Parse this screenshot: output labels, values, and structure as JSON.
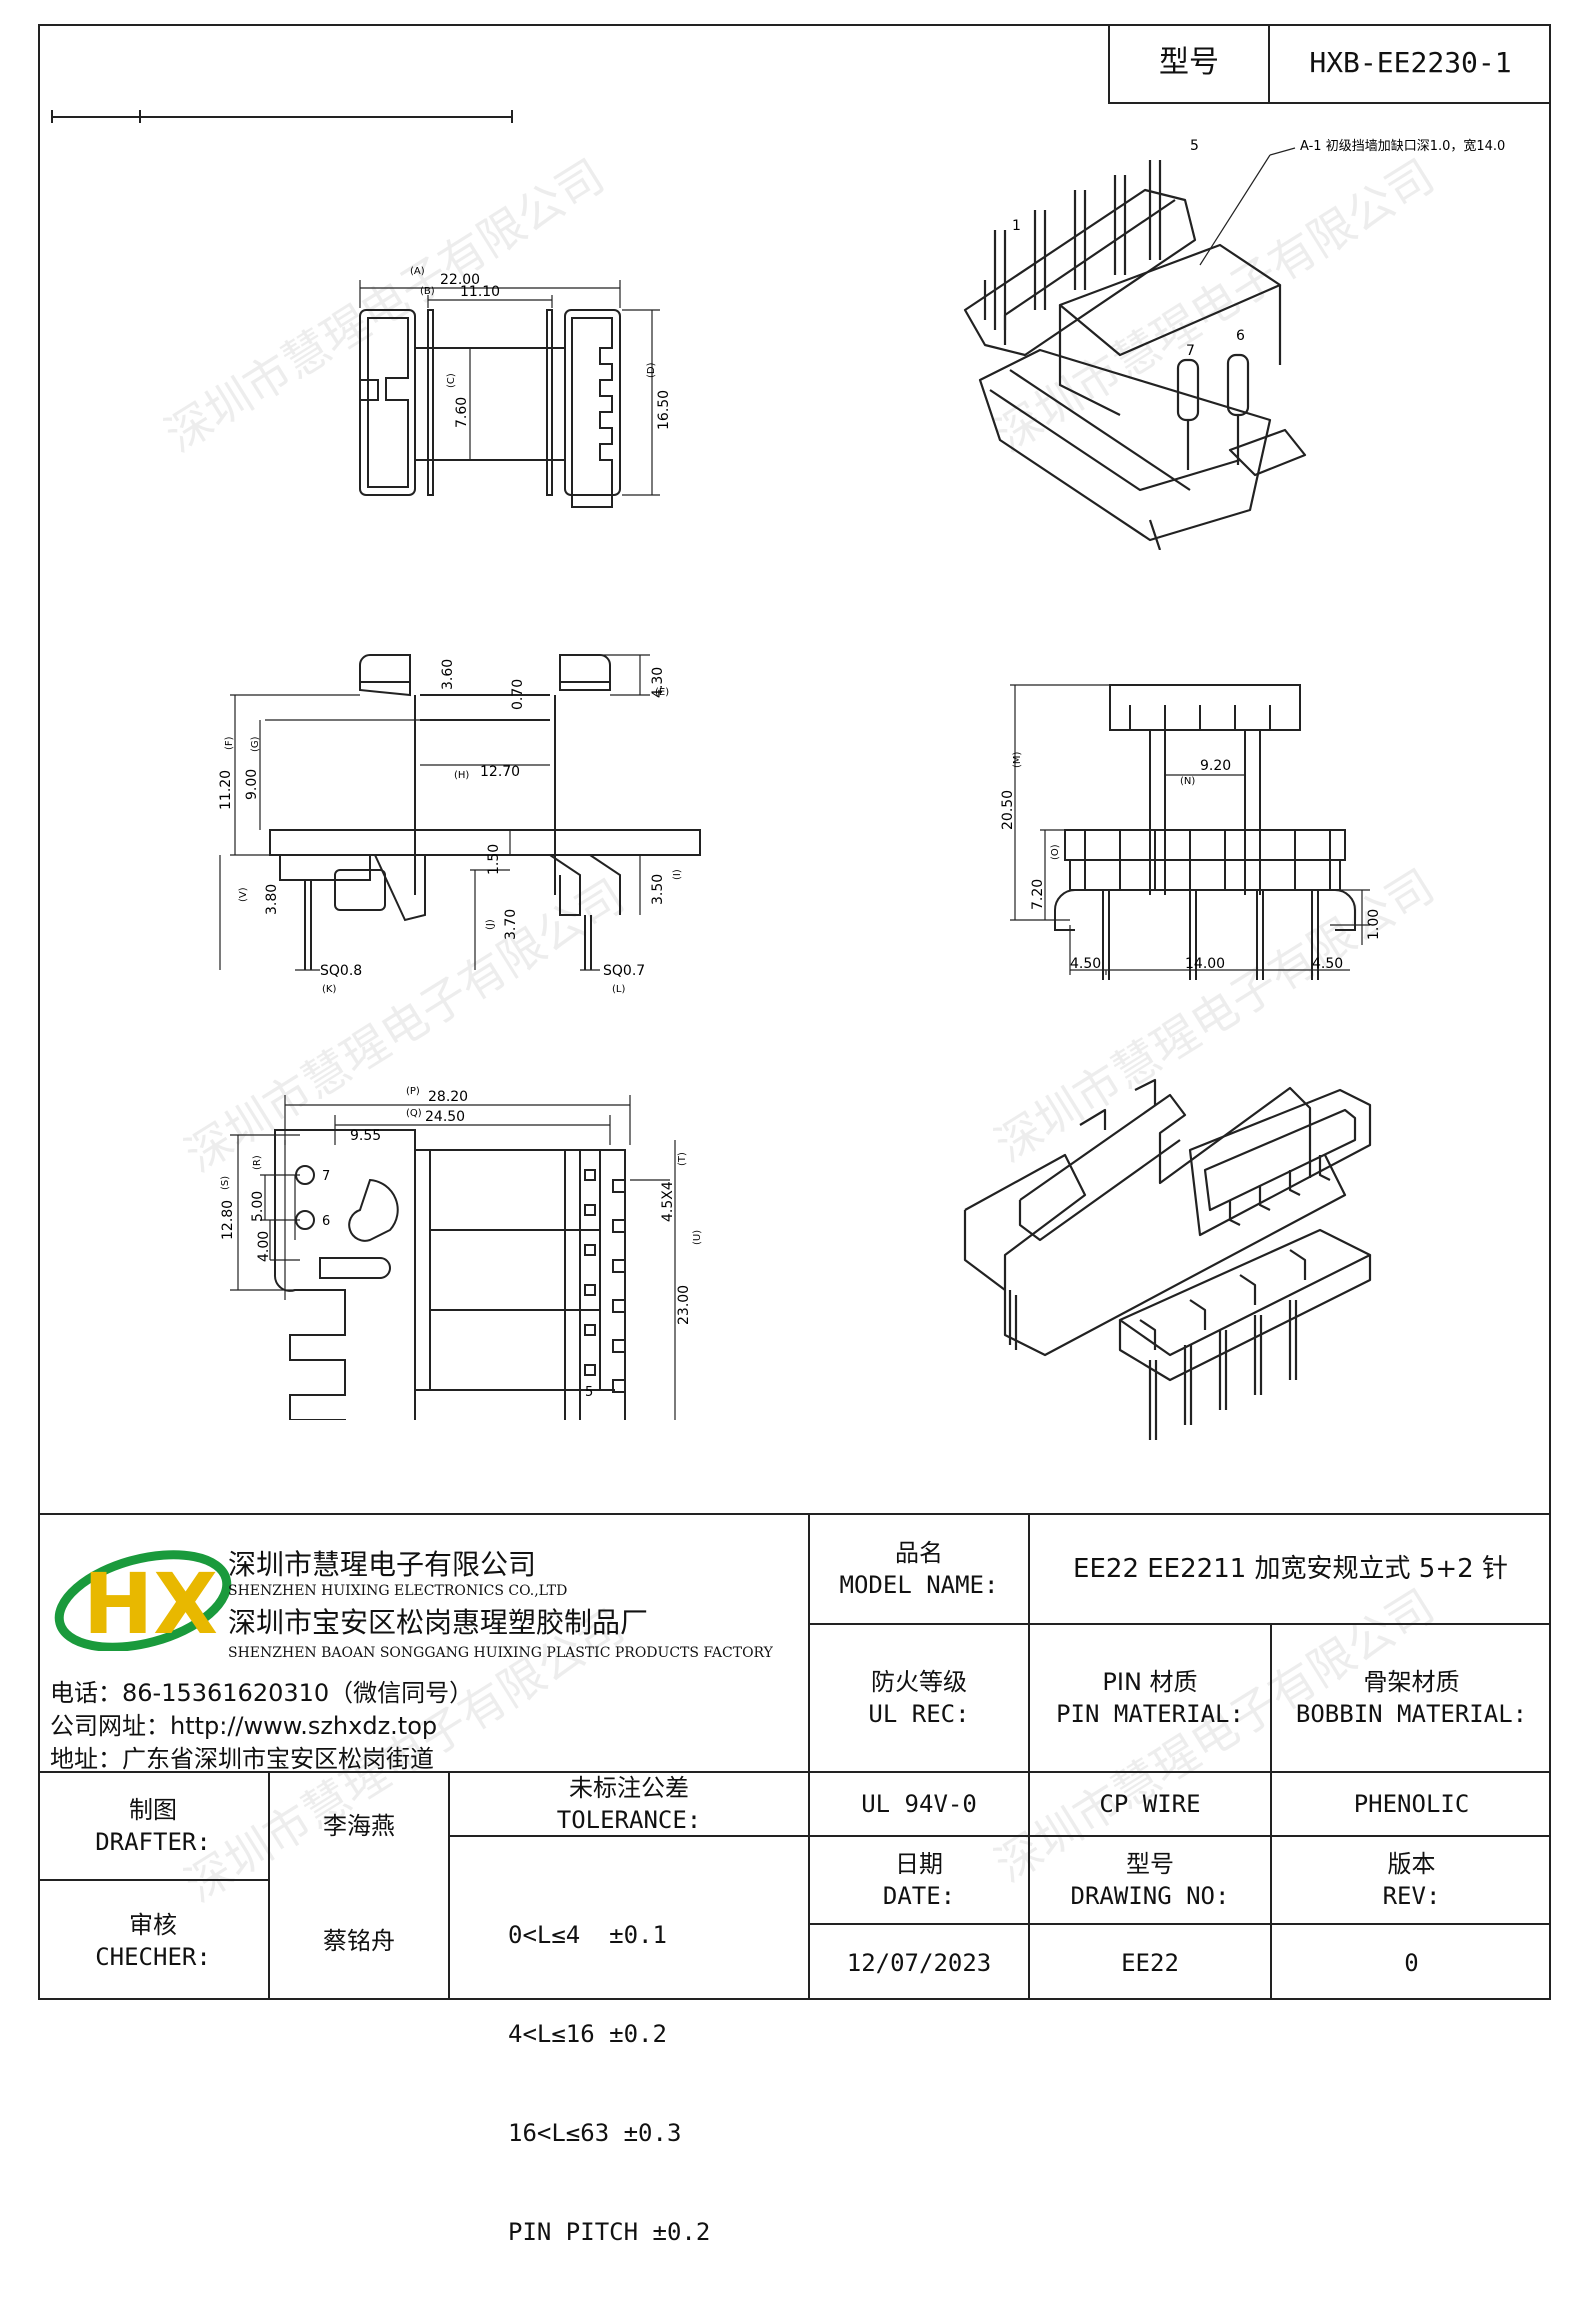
{
  "header": {
    "model_label": "型号",
    "model_value": "HXB-EE2230-1"
  },
  "drawing": {
    "top_view": {
      "dims": {
        "a": "22.00",
        "b": "11.10",
        "c": "7.60",
        "d": "16.50"
      },
      "refs": {
        "a": "(A)",
        "b": "(B)",
        "c": "(C)",
        "d": "(D)"
      }
    },
    "front_view": {
      "dims": {
        "h1": "3.60",
        "h2": "0.70",
        "h3": "4.30",
        "w1": "12.70",
        "v1": "11.20",
        "v2": "9.00",
        "v3": "3.80",
        "v4": "1.50",
        "v5": "3.70",
        "v6": "3.50",
        "sq1": "SQ0.8",
        "sq2": "SQ0.7"
      },
      "refs": {
        "e": "(E)",
        "f": "(F)",
        "g": "(G)",
        "h": "(H)",
        "i": "(I)",
        "j": "(J)",
        "k": "(K)",
        "l": "(L)",
        "v": "(V)"
      }
    },
    "side_view": {
      "dims": {
        "h": "20.50",
        "w": "9.20",
        "h2": "7.20",
        "l": "4.50",
        "m": "14.00",
        "r": "4.50",
        "t": "1.00"
      },
      "refs": {
        "h": "(M)",
        "w": "(N)",
        "h2": "(O)"
      }
    },
    "bottom_view": {
      "dims": {
        "w1": "28.20",
        "w2": "24.50",
        "w3": "9.55",
        "v1": "12.80",
        "v2": "5.00",
        "v3": "4.00",
        "pitch": "4.5X4",
        "h": "23.00"
      },
      "refs": {
        "p": "(P)",
        "q": "(Q)",
        "r": "(R)",
        "s": "(S)",
        "t": "(T)",
        "u": "(U)"
      },
      "pins": {
        "p7": "7",
        "p6": "6",
        "p5": "5"
      }
    },
    "iso_note": {
      "num": "5",
      "text": "A-1 初级挡墙加缺口深1.0，宽14.0",
      "pin1": "1",
      "pin7": "7",
      "pin6": "6"
    },
    "watermark": "深圳市慧瑆电子有限公司"
  },
  "title_block": {
    "company_cn": "深圳市慧瑆电子有限公司",
    "company_en": "SHENZHEN HUIXING ELECTRONICS CO.,LTD",
    "factory_cn": "深圳市宝安区松岗惠瑆塑胶制品厂",
    "factory_en": "SHENZHEN BAOAN SONGGANG HUIXING PLASTIC PRODUCTS FACTORY",
    "phone": "电话：86-15361620310（微信同号）",
    "website": "公司网址：http://www.szhxdz.top",
    "address": "地址：广东省深圳市宝安区松岗街道",
    "logo_letters": "HX",
    "model_name_cn": "品名",
    "model_name_en": "MODEL NAME:",
    "model_name_value": "EE22 EE2211 加宽安规立式 5+2 针",
    "ul_cn": "防火等级",
    "ul_en": "UL REC:",
    "pin_cn": "PIN 材质",
    "pin_en": "PIN MATERIAL:",
    "bobbin_cn": "骨架材质",
    "bobbin_en": "BOBBIN MATERIAL:",
    "ul_value": "UL 94V-0",
    "pin_value": "CP WIRE",
    "bobbin_value": "PHENOLIC",
    "drafter_cn": "制图",
    "drafter_en": "DRAFTER:",
    "drafter_name": "李海燕",
    "checker_cn": "审核",
    "checker_en": "CHECHER:",
    "checker_name": "蔡铭舟",
    "tol_cn": "未标注公差",
    "tol_en": "TOLERANCE:",
    "tol_lines": [
      "0<L≤4  ±0.1",
      "4<L≤16 ±0.2",
      "16<L≤63 ±0.3",
      "PIN PITCH ±0.2"
    ],
    "date_cn": "日期",
    "date_en": "DATE:",
    "dwg_cn": "型号",
    "dwg_en": "DRAWING NO:",
    "rev_cn": "版本",
    "rev_en": "REV:",
    "date_value": "12/07/2023",
    "dwg_value": "EE22",
    "rev_value": "0"
  },
  "colors": {
    "logo_green": "#1a9a3c",
    "logo_yellow": "#e8b800",
    "line": "#222222"
  }
}
